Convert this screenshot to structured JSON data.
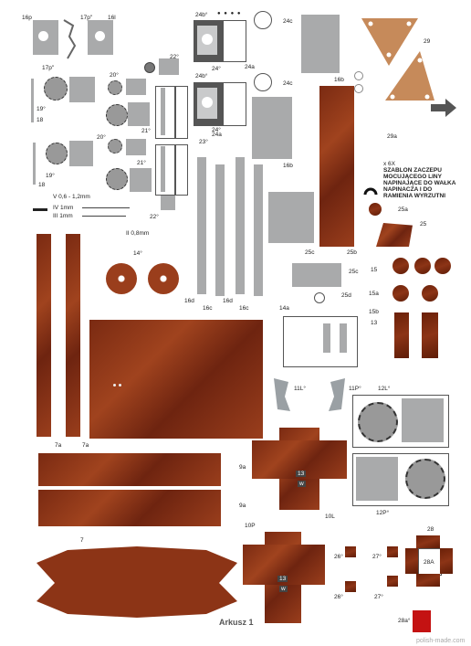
{
  "labels": {
    "p16p": "16p",
    "p17p": "17p''",
    "p16l": "16l",
    "p17pb": "17p''",
    "p22": "22°",
    "p20a": "20°",
    "p19a": "19°",
    "p18a": "18",
    "p21a": "21°",
    "p20b": "20°",
    "p21b": "21°",
    "p19b": "19°",
    "p18b": "18",
    "p23": "23°",
    "p24b_top": "24b°",
    "p24c_top": "24c",
    "p24_top": "24°",
    "p24a_top": "24a",
    "p24b_mid": "24b°",
    "p24c_mid": "24c",
    "p24a_mid": "24a",
    "p24_mid": "24°",
    "p16b_top": "16b",
    "p16b_mid": "16b",
    "p29": "29",
    "p29a": "29a",
    "pv": "V 0,6 - 1,2mm",
    "piv": "IV 1mm",
    "piii": "III 1mm",
    "pii": "II 0,8mm",
    "p22b": "22°",
    "p14": "14°",
    "p16d_a": "16d",
    "p16c_a": "16c",
    "p16d_b": "16d",
    "p16c_b": "16c",
    "p14a": "14a",
    "p25c_a": "25c",
    "p25b": "25b",
    "p25c_b": "25c",
    "p25d": "25d",
    "p25a": "25a",
    "p25": "25",
    "p15": "15",
    "p15a": "15a",
    "p15b": "15b",
    "p13": "13",
    "p11l": "11L°",
    "p11p": "11P°",
    "p12l": "12L°",
    "p12p": "12P°",
    "p7a_a": "7a",
    "p7a_b": "7a",
    "p9a_top": "9a",
    "p9a_bot": "9a",
    "p10l": "10L",
    "p10p": "10P",
    "p7": "7",
    "p26_a": "26°",
    "p27_a": "27°",
    "p26_b": "26°",
    "p27_b": "27°",
    "p28": "28",
    "p28a": "28A",
    "p28a_small": "28a°",
    "arkusz": "Arkusz 1",
    "watermark": "polish-made.com",
    "p13_top": "13",
    "p13_bot": "13",
    "w_mark": "w"
  },
  "note": {
    "line1": "x 6X",
    "line2": "SZABLON ZACZEPU",
    "line3": "MOCUJĄCEGO LINY",
    "line4": "NAPINAJĄCE DO WAŁKA",
    "line5": "NAPINACZA I DO",
    "line6": "RAMIENIA WYRZUTNI"
  },
  "colors": {
    "wood": "#8c3416",
    "gray": "#a9aaab",
    "red": "#c41212"
  },
  "icons": {
    "next": "arrow-right-icon"
  }
}
